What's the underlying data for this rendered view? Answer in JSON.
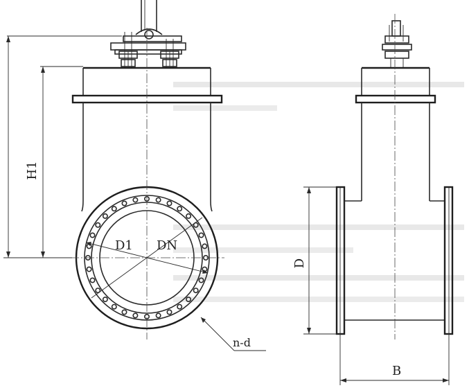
{
  "labels": {
    "h1": "H1",
    "d1": "D1",
    "dn": "DN",
    "nd": "n-d",
    "d": "D",
    "b": "B"
  },
  "icons": {
    "bolt": "hex-bolt-icon",
    "hole": "bolt-hole-icon"
  },
  "colors": {
    "line": "#2a2a2a",
    "paper": "#ffffff"
  }
}
